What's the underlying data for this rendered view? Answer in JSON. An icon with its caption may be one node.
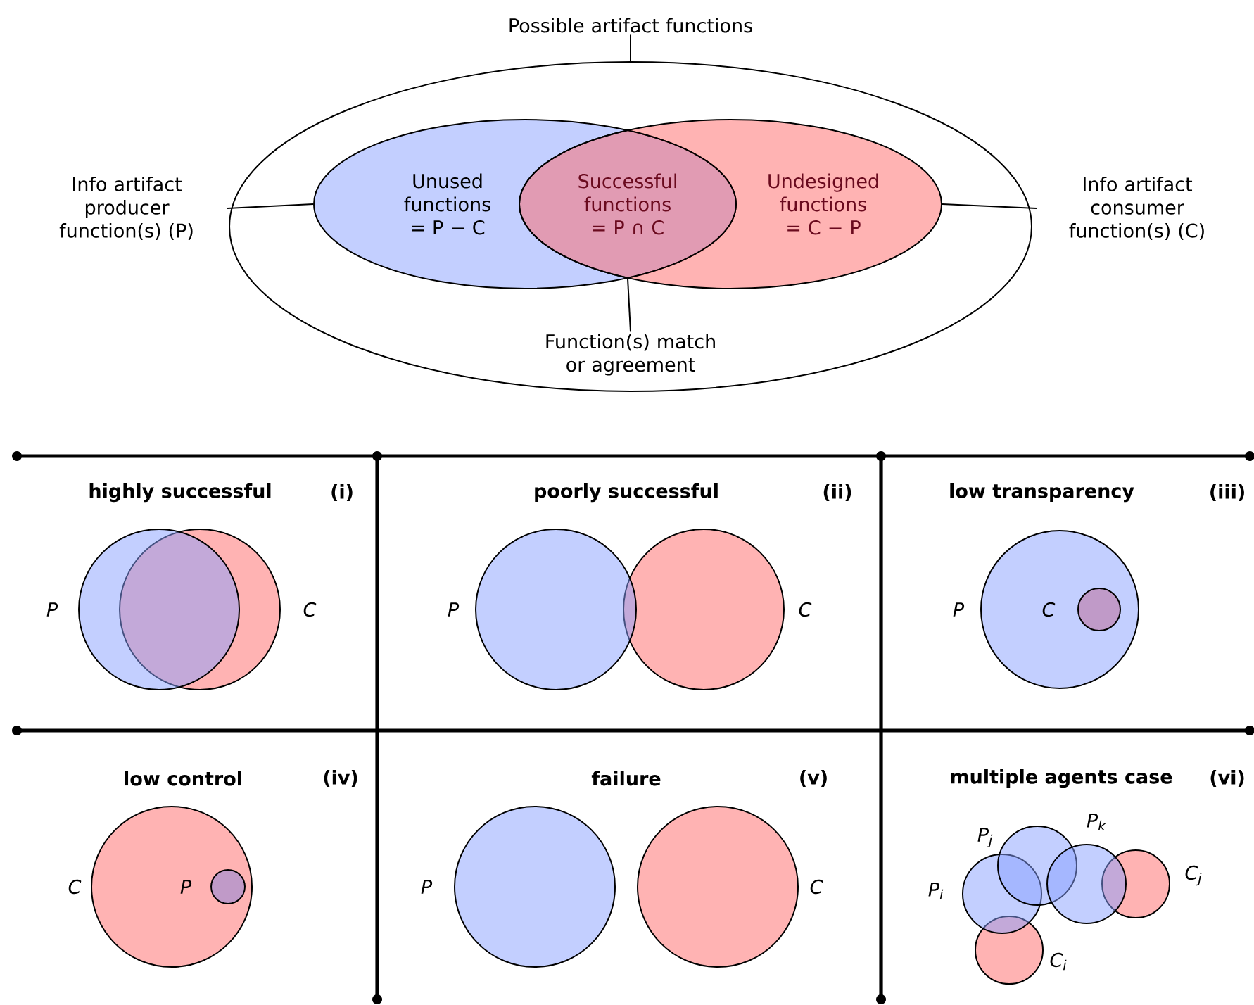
{
  "diagram": {
    "nodes": [
      {
        "text": [],
        "shape": "ellipse"
      },
      {
        "text": [
          "Unused functions",
          "= P − C"
        ],
        "in": 0
      },
      {
        "text": [
          "Successful functions",
          "= P ∩ C"
        ]
      },
      {
        "text": [
          "Undesigned functions",
          "= C − P"
        ],
        "in": 0
      },
      {
        "text": [
          "Possible artifact functions"
        ]
      },
      {
        "text": [
          "Info artifact producer function(s) (P)"
        ]
      },
      {
        "text": [
          "Info artifact consumer function(s) (C)"
        ]
      },
      {
        "text": [
          "Function(s) match or agreement"
        ],
        "in": 0
      },
      {
        "text": [],
        "shape": "circle",
        "beside": [
          "P"
        ]
      },
      {
        "text": [],
        "shape": "circle",
        "beside": [
          "C"
        ]
      },
      {
        "text": [],
        "shape": "circle",
        "beside": [
          "P"
        ]
      },
      {
        "text": [],
        "shape": "circle",
        "beside": [
          "C"
        ]
      },
      {
        "text": [],
        "shape": "circle",
        "beside": [
          "P"
        ]
      },
      {
        "text": [],
        "shape": "circle",
        "beside": [
          "C"
        ],
        "in": 12
      },
      {
        "text": [],
        "shape": "circle",
        "beside": [
          "C"
        ]
      },
      {
        "text": [],
        "shape": "circle",
        "beside": [
          "P"
        ],
        "in": 14
      },
      {
        "text": [],
        "shape": "circle",
        "beside": [
          "P"
        ]
      },
      {
        "text": [],
        "shape": "circle",
        "beside": [
          "C"
        ]
      },
      {
        "text": [],
        "shape": "circle",
        "beside": [
          "P$_{i}$"
        ]
      },
      {
        "text": [],
        "shape": "circle",
        "beside": [
          "P$_{j}$"
        ]
      },
      {
        "text": [],
        "shape": "circle",
        "beside": [
          "P$_{k}$"
        ]
      },
      {
        "text": [],
        "shape": "circle",
        "beside": [
          "C$_{i}$"
        ]
      },
      {
        "text": [],
        "shape": "circle",
        "beside": [
          "C$_{j}$"
        ]
      }
    ],
    "edges": [
      {
        "from": 4,
        "to": 0,
        "arrow": "none"
      },
      {
        "from": 5,
        "to": 1,
        "arrow": "none"
      },
      {
        "from": 6,
        "to": 3,
        "arrow": "none"
      },
      {
        "from": 7,
        "to": 2,
        "arrow": "none"
      }
    ],
    "labels": [
      "highly successful",
      "(i)",
      "poorly successful",
      "(ii)",
      "low transparency",
      "(iii)",
      "low control",
      "(iv)",
      "failure",
      "(v)",
      "multiple agents case",
      "(vi)"
    ]
  }
}
